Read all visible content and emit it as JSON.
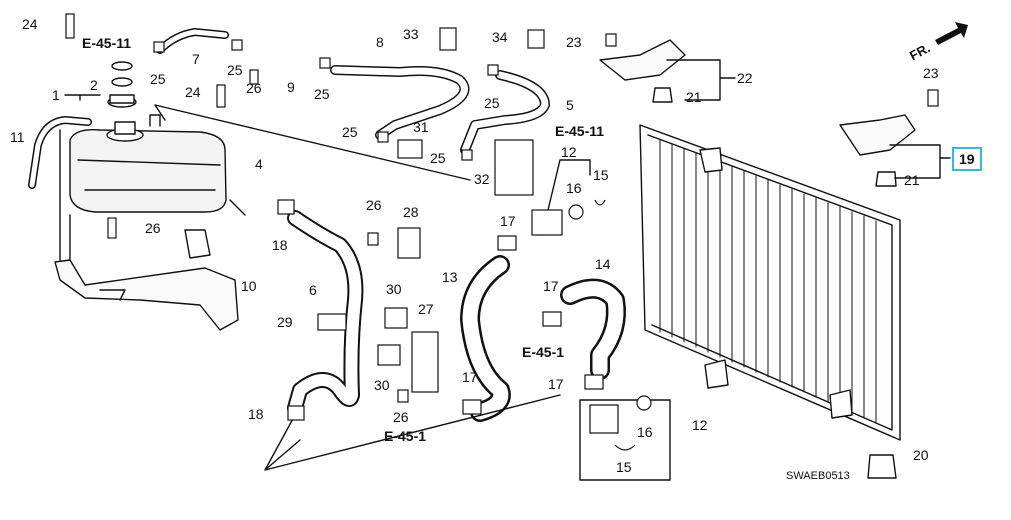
{
  "diagram": {
    "callouts": {
      "c1": "1",
      "c2": "2",
      "c4": "4",
      "c5": "5",
      "c6": "6",
      "c7": "7",
      "c8": "8",
      "c9": "9",
      "c10": "10",
      "c11": "11",
      "c12a": "12",
      "c12b": "12",
      "c13": "13",
      "c14": "14",
      "c15a": "15",
      "c15b": "15",
      "c16a": "16",
      "c16b": "16",
      "c17a": "17",
      "c17b": "17",
      "c17c": "17",
      "c17d": "17",
      "c18a": "18",
      "c18b": "18",
      "c19": "19",
      "c20": "20",
      "c21a": "21",
      "c21b": "21",
      "c22": "22",
      "c23a": "23",
      "c23b": "23",
      "c24a": "24",
      "c24b": "24",
      "c25a": "25",
      "c25b": "25",
      "c25c": "25",
      "c25d": "25",
      "c25e": "25",
      "c25f": "25",
      "c26a": "26",
      "c26b": "26",
      "c26c": "26",
      "c26d": "26",
      "c27": "27",
      "c28": "28",
      "c29": "29",
      "c30a": "30",
      "c30b": "30",
      "c31": "31",
      "c32": "32",
      "c33": "33",
      "c34": "34"
    },
    "refs": {
      "r1": "E-45-11",
      "r2": "E-45-11",
      "r3": "E-45-1",
      "r4": "E-45-1"
    },
    "direction_label": "FR.",
    "diagram_code": "SWAEB0513",
    "highlight_color": "#3fb3df"
  }
}
